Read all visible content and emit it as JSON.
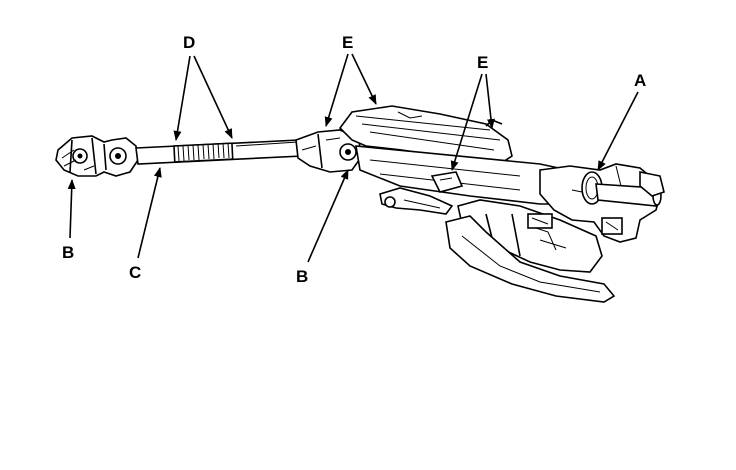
{
  "labels": {
    "a": "A",
    "b_left": "B",
    "b_center": "B",
    "c": "C",
    "d": "D",
    "e_left": "E",
    "e_right": "E"
  }
}
